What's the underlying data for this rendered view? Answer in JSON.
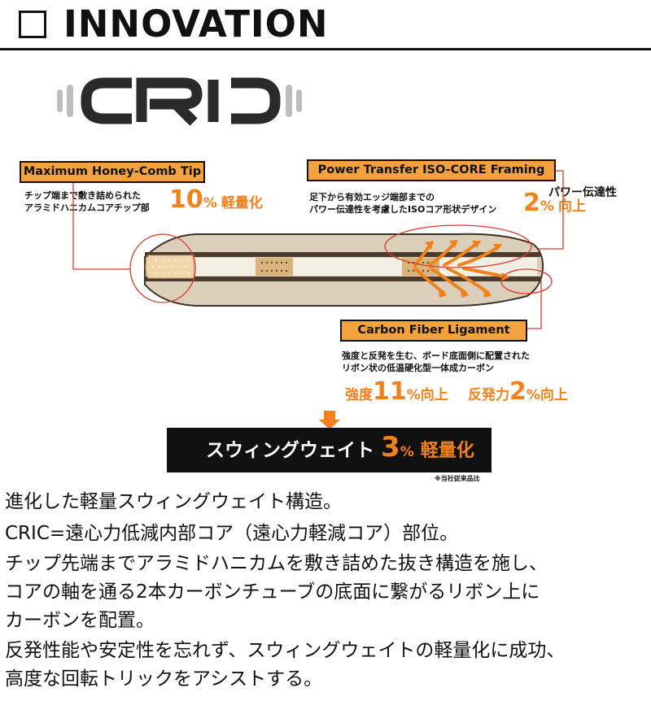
{
  "header": {
    "title": "INNOVATION"
  },
  "logo": {
    "text": "CRIC"
  },
  "callouts": {
    "honeycomb": {
      "label": "Maximum Honey-Comb Tip",
      "desc_line1": "チップ端まで敷き詰められた",
      "desc_line2": "アラミドハニカムコアチップ部",
      "value": "10",
      "pct": "%",
      "effect": "軽量化"
    },
    "power": {
      "label": "Power Transfer ISO-CORE Framing",
      "desc_line1": "足下から有効エッジ端部までの",
      "desc_line2": "パワー伝達性を考慮したISOコア形状デザイン",
      "effect_top": "パワー伝達性",
      "value": "2",
      "pct": "%",
      "effect": "向上"
    },
    "carbon": {
      "label": "Carbon Fiber Ligament",
      "desc_line1": "強度と反発を生む、ボード底面側に配置された",
      "desc_line2": "リボン状の低温硬化型一体成カーボン",
      "strength_label": "強度",
      "strength_value": "11",
      "strength_unit": "%向上",
      "rebound_label": "反発力",
      "rebound_value": "2",
      "rebound_unit": "%向上"
    }
  },
  "swing": {
    "label": "スウィングウェイト",
    "value": "3",
    "pct": "%",
    "effect": "軽量化",
    "note": "※当社従来品比"
  },
  "body_text": [
    "進化した軽量スウィングウェイト構造。",
    "CRIC=遠心力低減内部コア（遠心力軽減コア）部位。",
    "チップ先端までアラミドハニカムを敷き詰めた抜き構造を施し、",
    "コアの軸を通る2本カーボンチューブの底面に繋がるリボン上に",
    "カーボンを配置。",
    "反発性能や安定性を忘れず、スウィングウェイトの軽量化に成功、",
    "高度な回転トリックをアシストする。"
  ],
  "colors": {
    "accent": "#f0821e",
    "label_bg": "#f4a23e",
    "board_top": "#d9ccb6",
    "rail": "#4a3b2e"
  }
}
